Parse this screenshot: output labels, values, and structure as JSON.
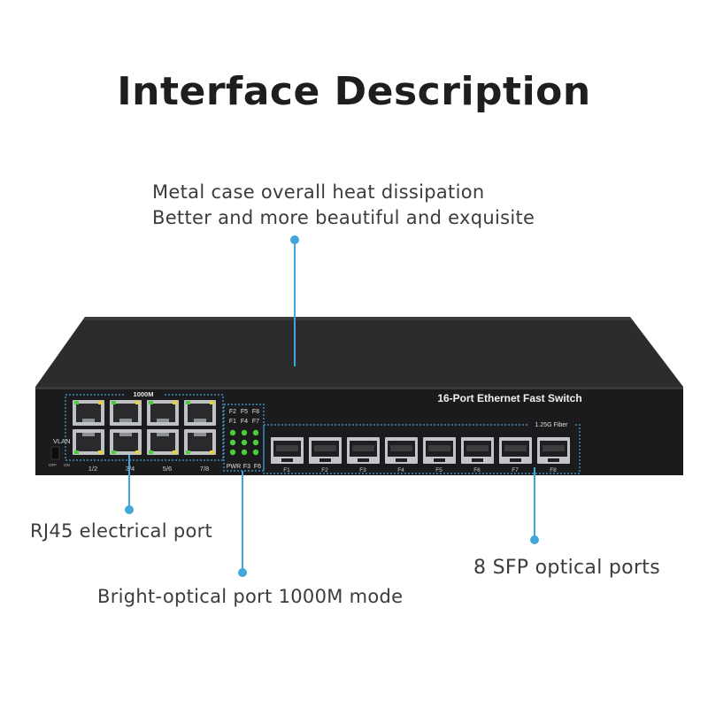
{
  "heading": "Interface Description",
  "callouts": {
    "case_line1": "Metal case overall heat dissipation",
    "case_line2": "Better and more beautiful and exquisite",
    "rj45": "RJ45 electrical port",
    "optical_mode": "Bright-optical port 1000M mode",
    "sfp": "8 SFP optical ports"
  },
  "device": {
    "model_label": "16-Port Ethernet Fast Switch",
    "rj45_group_label": "1000M",
    "fiber_group_label": "1.25G Fiber",
    "vlan_label": "VLAN",
    "vlan_off": "OFF",
    "vlan_on": "ON",
    "rj45_port_labels": [
      "1/2",
      "3/4",
      "5/6",
      "7/8"
    ],
    "led_labels_top": [
      "F2",
      "F5",
      "F8"
    ],
    "led_labels_mid": [
      "F1",
      "F4",
      "F7"
    ],
    "led_labels_bottom": [
      "PWR",
      "F3",
      "F6"
    ],
    "sfp_port_labels": [
      "F1",
      "F2",
      "F3",
      "F4",
      "F5",
      "F6",
      "F7",
      "F8"
    ]
  },
  "colors": {
    "accent": "#41a7db",
    "case": "#1c1c1e",
    "led_green": "#4ccd3b",
    "led_yellow": "#e8d23a"
  }
}
